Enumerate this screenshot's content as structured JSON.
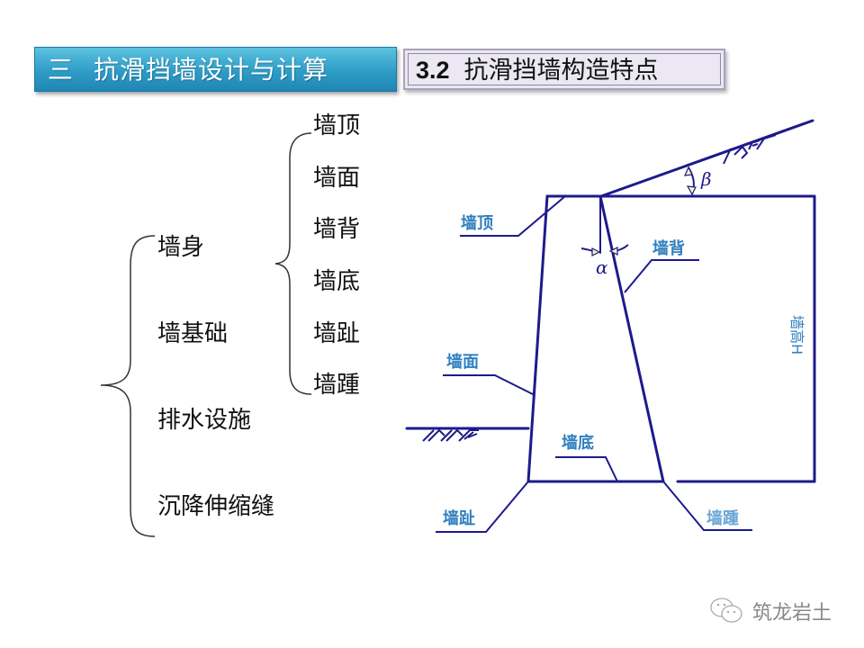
{
  "header": {
    "section_number": "三",
    "section_title": "抗滑挡墙设计与计算",
    "subsection_number": "3.2",
    "subsection_title": "抗滑挡墙构造特点"
  },
  "tree": {
    "level1": [
      {
        "label": "墙身"
      },
      {
        "label": "墙基础"
      },
      {
        "label": "排水设施"
      },
      {
        "label": "沉降伸缩缝"
      }
    ],
    "level2_parent": "墙身",
    "level2": [
      {
        "label": "墙顶"
      },
      {
        "label": "墙面"
      },
      {
        "label": "墙背"
      },
      {
        "label": "墙底"
      },
      {
        "label": "墙趾"
      },
      {
        "label": "墙踵"
      }
    ]
  },
  "diagram": {
    "labels": {
      "top": "墙顶",
      "back": "墙背",
      "face": "墙面",
      "bottom": "墙底",
      "toe": "墙趾",
      "heel": "墙踵",
      "height": "墙高H",
      "alpha": "α",
      "beta": "β"
    },
    "colors": {
      "line": "#1e1a8c",
      "label": "#2f7fc0",
      "leader": "#1e1a8c"
    }
  },
  "watermark": {
    "icon": "wechat-icon",
    "text": "筑龙岩土"
  }
}
